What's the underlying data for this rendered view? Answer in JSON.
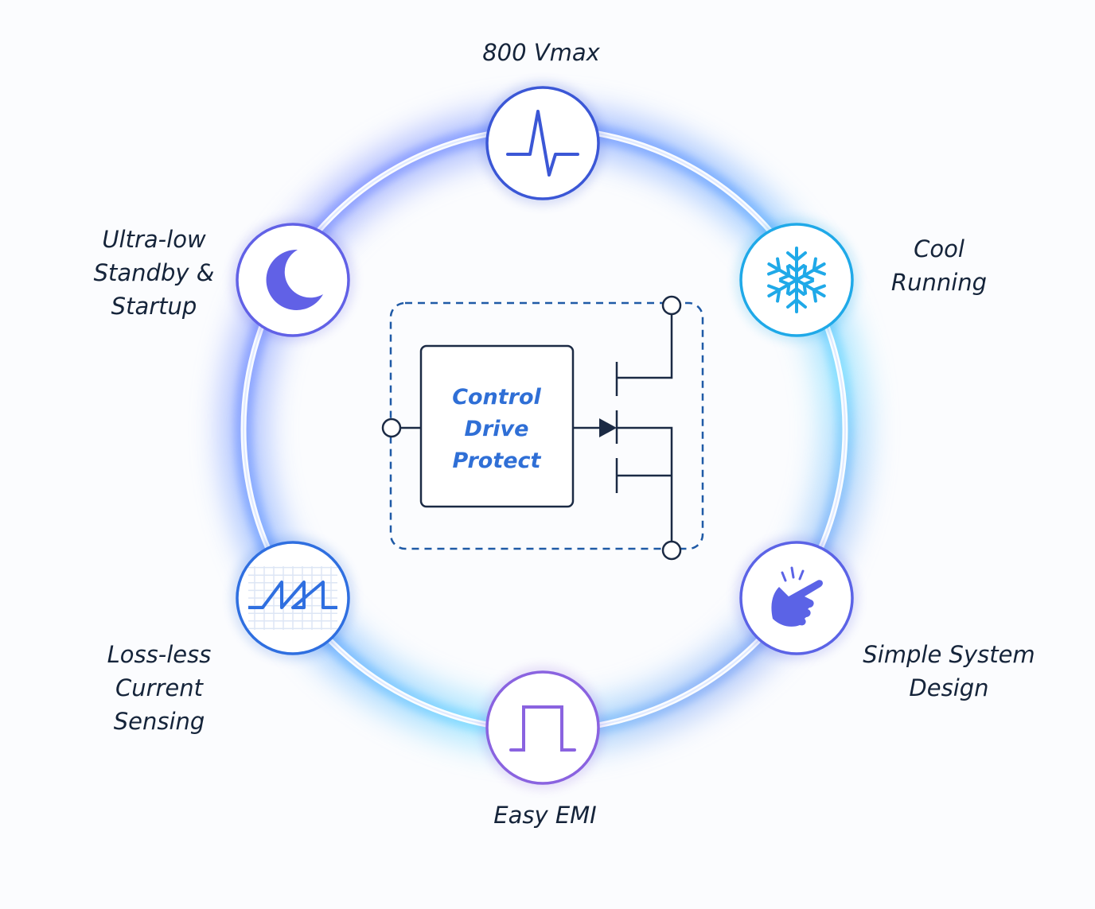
{
  "features": [
    {
      "id": "vmax",
      "lines": [
        "800 Vmax"
      ],
      "icon": "pulse-waveform-icon",
      "color": "#3b57d6"
    },
    {
      "id": "cool",
      "lines": [
        "Cool",
        "Running"
      ],
      "icon": "snowflake-icon",
      "color": "#1fa9e8"
    },
    {
      "id": "simple",
      "lines": [
        "Simple System",
        "Design"
      ],
      "icon": "snapping-hand-icon",
      "color": "#5b63e6"
    },
    {
      "id": "emi",
      "lines": [
        "Easy EMI"
      ],
      "icon": "square-pulse-icon",
      "color": "#8a63e0"
    },
    {
      "id": "sensing",
      "lines": [
        "Loss-less",
        "Current",
        "Sensing"
      ],
      "icon": "sawtooth-grid-icon",
      "color": "#2f6fe0"
    },
    {
      "id": "standby",
      "lines": [
        "Ultra-low",
        "Standby &",
        "Startup"
      ],
      "icon": "crescent-moon-icon",
      "color": "#6161e6"
    }
  ],
  "center": {
    "lines": [
      "Control",
      "Drive",
      "Protect"
    ],
    "color": "#2f6fd6"
  },
  "colors": {
    "ring_glow": "#7aa8ff",
    "ring_glow_cyan": "#7fe0ff",
    "dashed_border": "#1f5aa6",
    "text": "#15243a",
    "circuit_line": "#1b2a44"
  }
}
